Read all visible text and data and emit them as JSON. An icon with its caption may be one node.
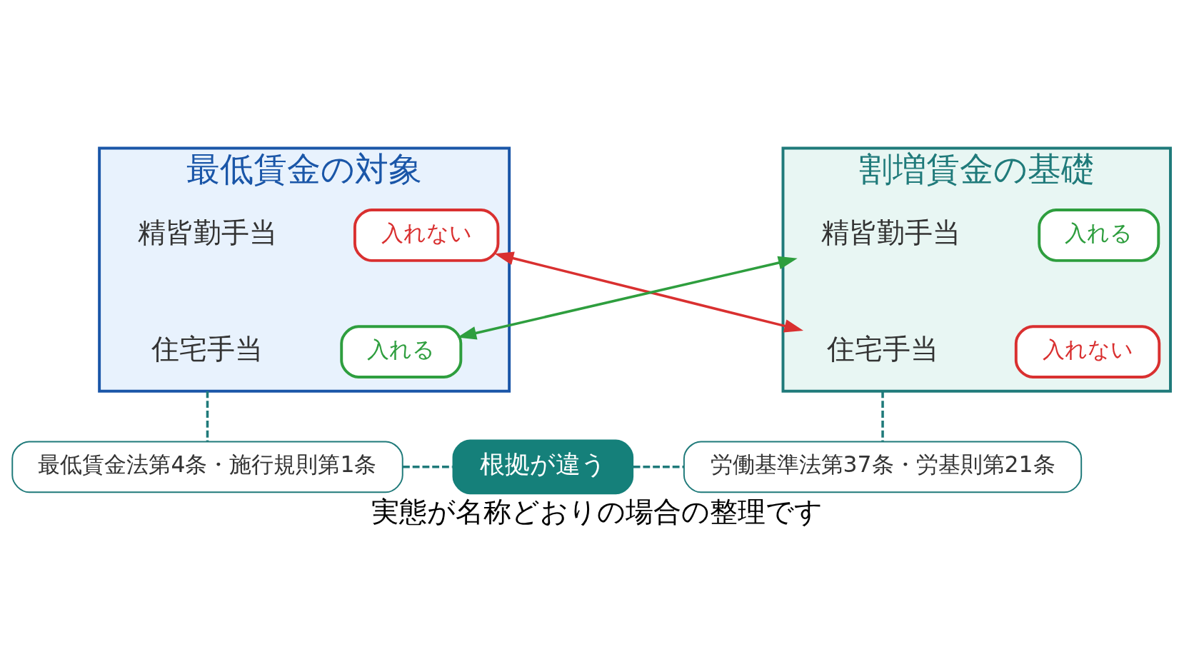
{
  "diagram": {
    "caption": "実態が名称どおりの場合の整理です",
    "nodes": [
      {
        "text": [
          "最低賃金の対象"
        ]
      },
      {
        "text": [
          "精皆勤手当"
        ],
        "in": 0
      },
      {
        "text": [
          "入れない"
        ],
        "in": 0
      },
      {
        "text": [
          "住宅手当"
        ],
        "in": 0
      },
      {
        "text": [
          "入れる"
        ],
        "in": 0
      },
      {
        "text": [
          "割増賃金の基礎"
        ]
      },
      {
        "text": [
          "精皆勤手当"
        ],
        "in": 5
      },
      {
        "text": [
          "入れる"
        ],
        "in": 5
      },
      {
        "text": [
          "住宅手当"
        ],
        "in": 5
      },
      {
        "text": [
          "入れない"
        ],
        "in": 5
      },
      {
        "text": [
          "最低賃金法第4条・施行規則第1条"
        ]
      },
      {
        "text": [
          "根拠が違う"
        ]
      },
      {
        "text": [
          "労働基準法第37条・労基則第21条"
        ]
      }
    ],
    "edges": [
      {
        "from": 2,
        "to": 8,
        "arrow": "both",
        "color": "#d93030"
      },
      {
        "from": 4,
        "to": 6,
        "arrow": "both",
        "color": "#2e9e3e"
      },
      {
        "from": 0,
        "to": 10,
        "arrow": "none",
        "style": "dashed"
      },
      {
        "from": 5,
        "to": 12,
        "arrow": "none",
        "style": "dashed"
      },
      {
        "from": 10,
        "to": 11,
        "arrow": "none",
        "style": "dashed"
      },
      {
        "from": 11,
        "to": 12,
        "arrow": "none",
        "style": "dashed"
      }
    ]
  }
}
